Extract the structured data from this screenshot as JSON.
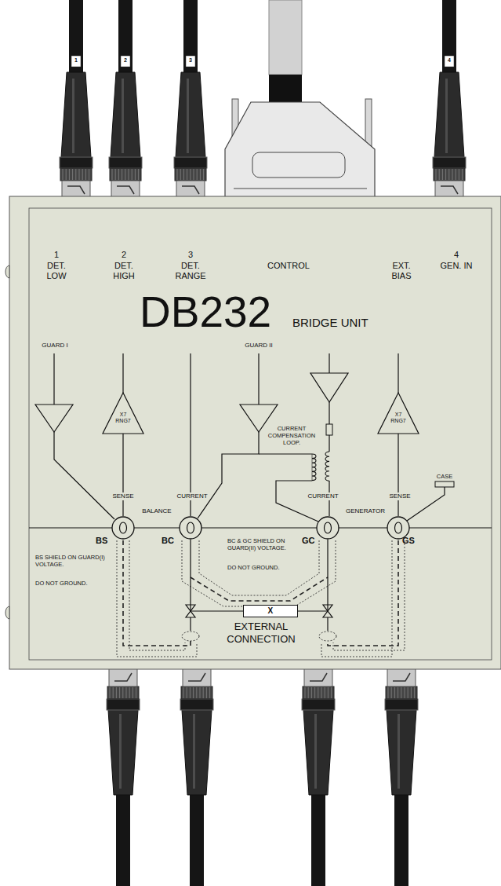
{
  "diagram": {
    "nodes": [
      {
        "text": [
          "DB232",
          "BRIDGE UNIT"
        ]
      },
      {
        "text": [
          "X7 RNG7"
        ],
        "in": 0
      },
      {
        "text": [
          "X7 RNG7"
        ],
        "in": 0
      },
      {
        "text": [
          "BS"
        ],
        "in": 0
      },
      {
        "text": [
          "BC"
        ],
        "in": 0
      },
      {
        "text": [
          "GC"
        ],
        "in": 0
      },
      {
        "text": [
          "GS"
        ],
        "in": 0
      },
      {
        "text": [
          "X"
        ],
        "in": 0
      }
    ],
    "edges": [
      {
        "from": 1,
        "to": 3,
        "arrow": "none"
      },
      {
        "from": 2,
        "to": 6,
        "arrow": "none"
      },
      {
        "from": 4,
        "to": 7,
        "arrow": "none"
      },
      {
        "from": 5,
        "to": 7,
        "arrow": "none"
      }
    ],
    "labels": [
      "1",
      "2",
      "3",
      "4",
      "1",
      "DET. LOW",
      "2",
      "DET. HIGH",
      "3",
      "DET. RANGE",
      "CONTROL",
      "EXT. BIAS",
      "4",
      "GEN. IN",
      "GUARD I",
      "GUARD II",
      "CURRENT COMPENSATION LOOP.",
      "CASE",
      "SENSE",
      "CURRENT",
      "BALANCE",
      "CURRENT",
      "GENERATOR",
      "SENSE",
      "BS SHIELD ON GUARD(I) VOLTAGE.",
      "DO NOT GROUND.",
      "BC & GC SHIELD ON GUARD(II) VOLTAGE.",
      "DO NOT GROUND.",
      "EXTERNAL CONNECTION"
    ]
  }
}
